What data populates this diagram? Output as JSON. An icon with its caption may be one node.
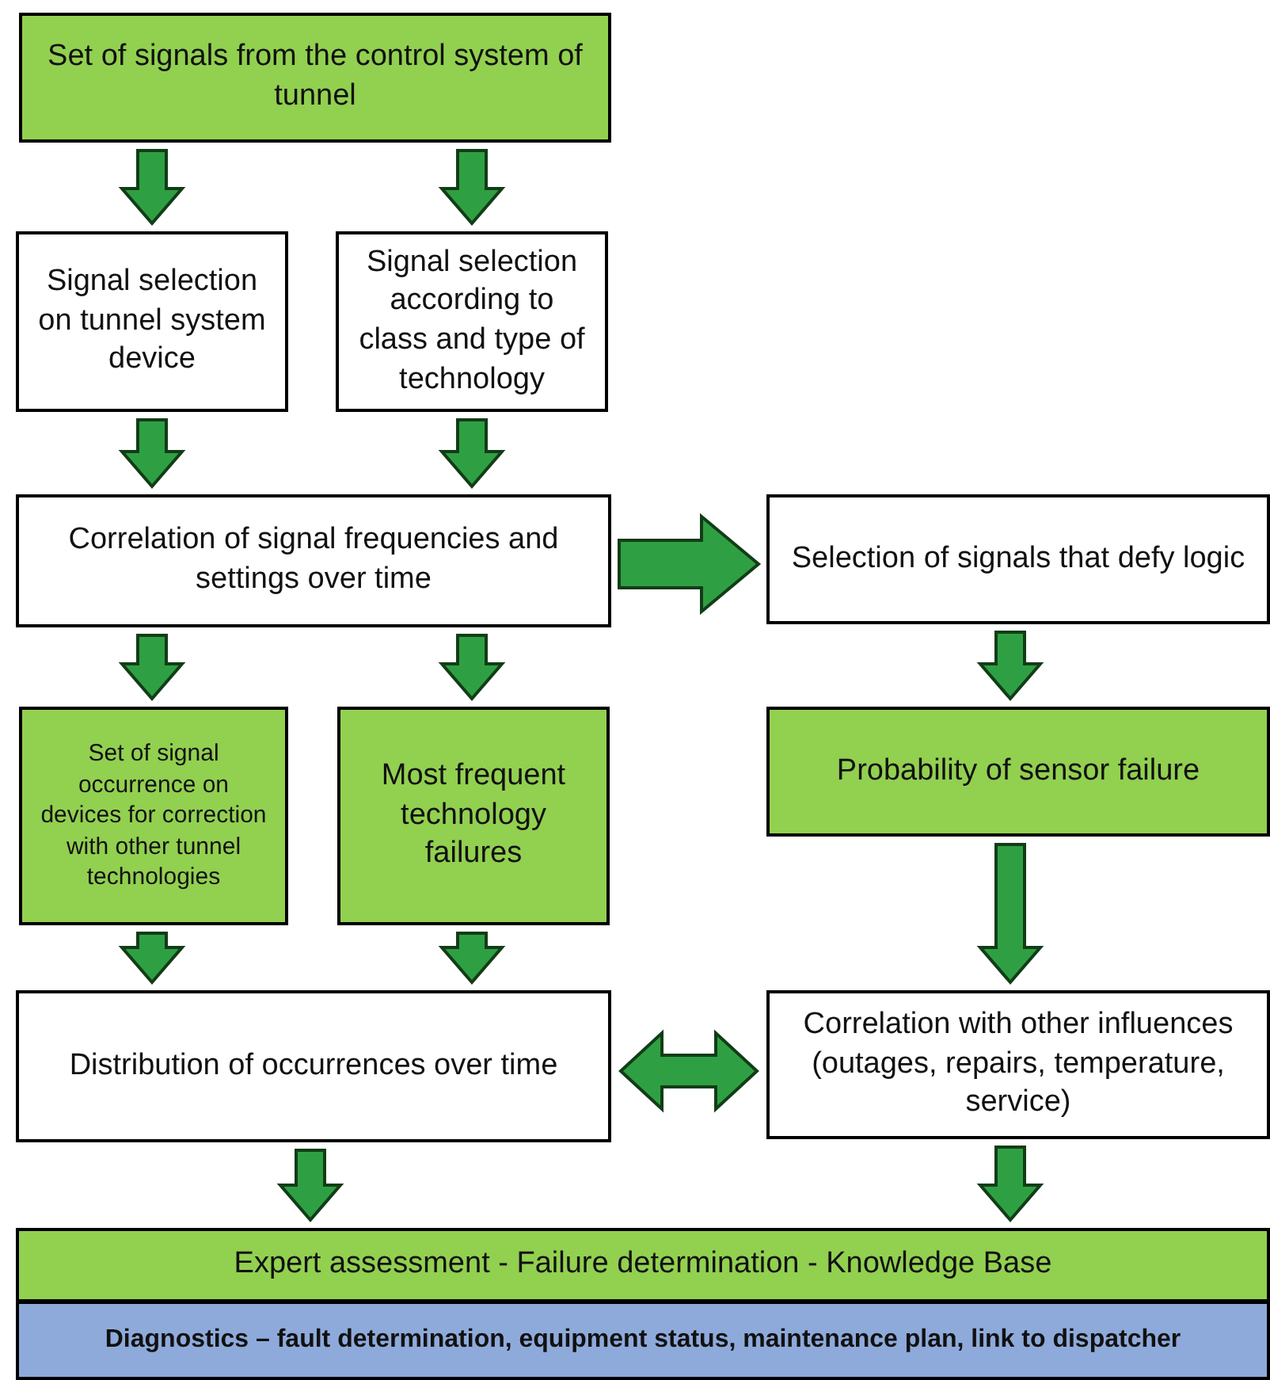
{
  "diagram": {
    "nodes": [
      {
        "text": [
          "Set of signals from the control system of tunnel"
        ]
      },
      {
        "text": [
          "Signal selection on tunnel system device"
        ]
      },
      {
        "text": [
          "Signal selection according to class and type of technology"
        ]
      },
      {
        "text": [
          "Correlation of signal frequencies and settings over time"
        ]
      },
      {
        "text": [
          "Selection of signals that defy logic"
        ]
      },
      {
        "text": [
          "Set of signal occurrence on devices for correction with other tunnel technologies"
        ]
      },
      {
        "text": [
          "Most frequent technology failures"
        ]
      },
      {
        "text": [
          "Probability of sensor failure"
        ]
      },
      {
        "text": [
          "Distribution of occurrences over time"
        ]
      },
      {
        "text": [
          "Correlation with other influences (outages, repairs, temperature, service)"
        ]
      },
      {
        "text": [
          "Expert assessment - Failure determination - Knowledge Base"
        ]
      },
      {
        "text": [
          "Diagnostics – fault determination, equipment status, maintenance plan, link to dispatcher"
        ]
      }
    ],
    "edges": [
      {
        "from": 0,
        "to": 1,
        "arrow": "to"
      },
      {
        "from": 0,
        "to": 2,
        "arrow": "to"
      },
      {
        "from": 1,
        "to": 3,
        "arrow": "to"
      },
      {
        "from": 2,
        "to": 3,
        "arrow": "to"
      },
      {
        "from": 3,
        "to": 4,
        "arrow": "to",
        "style": "thick"
      },
      {
        "from": 3,
        "to": 5,
        "arrow": "to"
      },
      {
        "from": 3,
        "to": 6,
        "arrow": "to"
      },
      {
        "from": 4,
        "to": 7,
        "arrow": "to"
      },
      {
        "from": 5,
        "to": 8,
        "arrow": "to"
      },
      {
        "from": 6,
        "to": 8,
        "arrow": "to"
      },
      {
        "from": 7,
        "to": 9,
        "arrow": "to"
      },
      {
        "from": 8,
        "to": 9,
        "arrow": "both"
      },
      {
        "from": 8,
        "to": 10,
        "arrow": "to"
      },
      {
        "from": 9,
        "to": 10,
        "arrow": "to"
      }
    ]
  }
}
